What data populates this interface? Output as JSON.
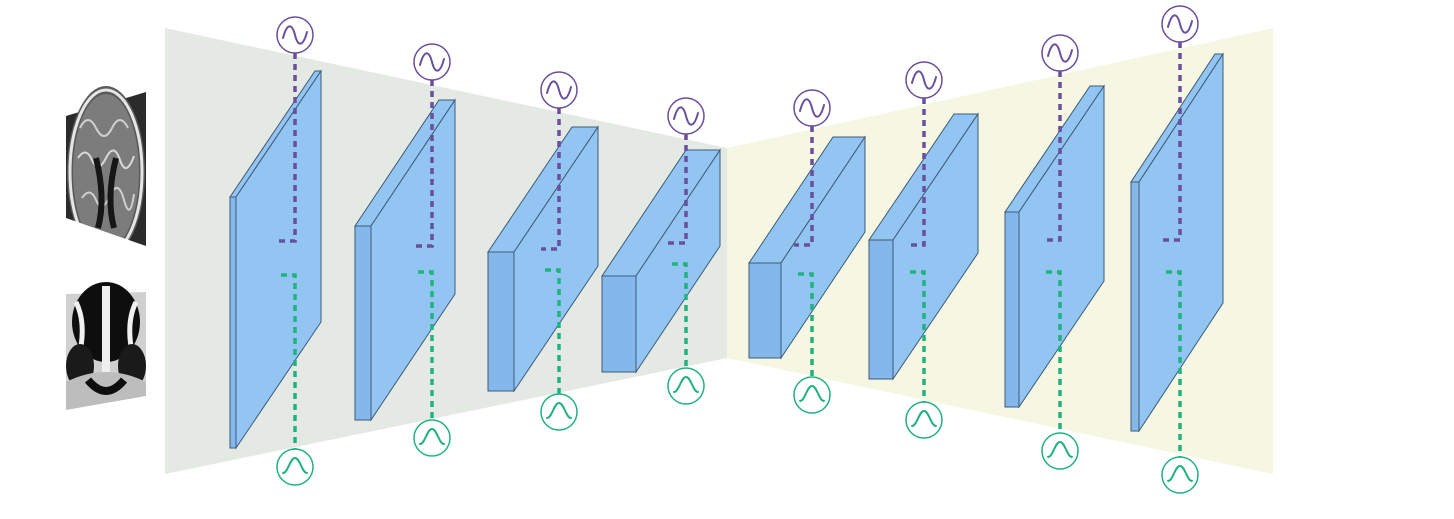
{
  "diagram": {
    "colors": {
      "encoder_panel": "#e4e9e4",
      "decoder_panel": "#f5f7e2",
      "layer_face": "#93c5f3",
      "layer_side": "#85b8ea",
      "layer_stroke": "#3d5a78",
      "purple_modulator": "#6a4f9c",
      "green_modulator": "#21b27e"
    },
    "input_images": [
      {
        "modality": "brain-mri-axial-slice"
      },
      {
        "modality": "sinus-ct-coronal-slice"
      }
    ],
    "encoder_layers": [
      {
        "level": 1
      },
      {
        "level": 2
      },
      {
        "level": 3
      },
      {
        "level": 4
      }
    ],
    "decoder_layers": [
      {
        "level": 4
      },
      {
        "level": 3
      },
      {
        "level": 2
      },
      {
        "level": 1
      }
    ],
    "modulator_icons": {
      "purple": "sine-wave-icon",
      "green": "sine-wave-icon"
    }
  }
}
